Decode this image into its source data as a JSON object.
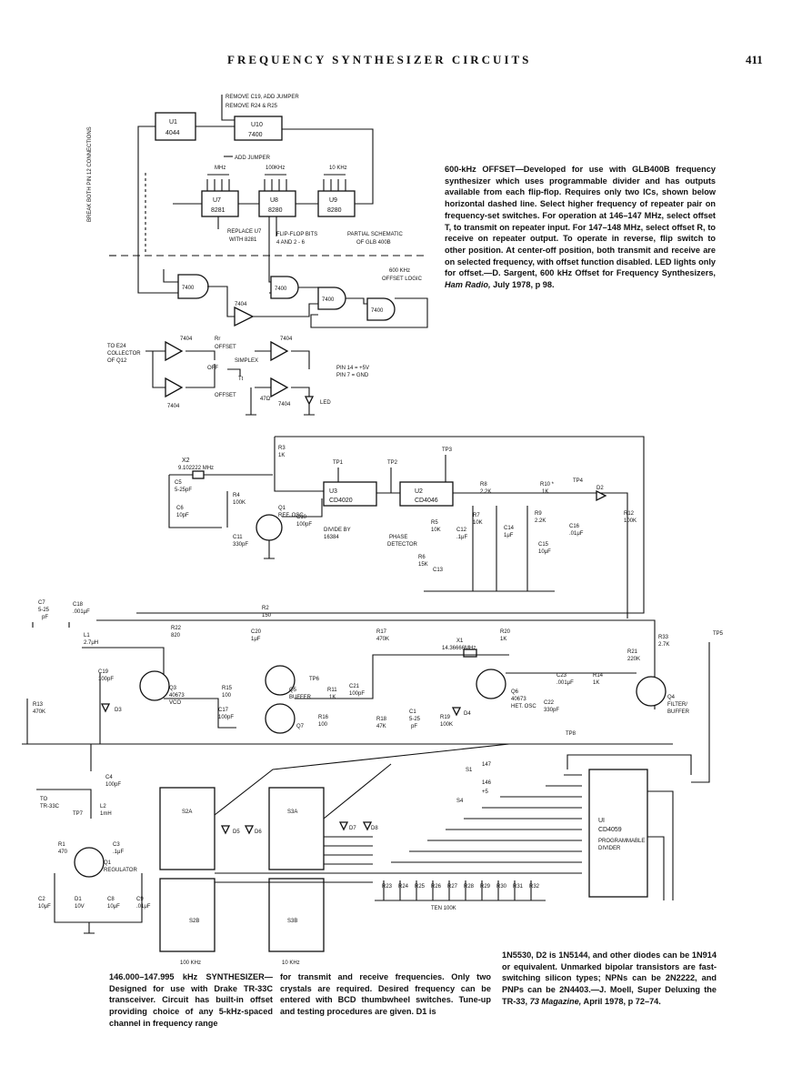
{
  "header": {
    "title": "FREQUENCY SYNTHESIZER CIRCUITS",
    "page_number": "411"
  },
  "caption_top": {
    "text": "600-kHz OFFSET—Developed for use with GLB400B frequency synthesizer which uses programmable divider and has outputs available from each flip-flop. Requires only two ICs, shown below horizontal dashed line. Select higher frequency of repeater pair on frequency-set switches. For operation at 146–147 MHz, select offset T, to transmit on repeater input. For 147–148 MHz, select offset R, to receive on repeater output. To operate in reverse, flip switch to other position. At center-off position, both transmit and receive are on selected frequency, with offset function disabled. LED lights only for offset.—D. Sargent, 600 kHz Offset for Frequency Synthesizers,",
    "source": "Ham Radio,",
    "tail": " July 1978, p 98."
  },
  "caption_bottom": {
    "col1": "146.000–147.995 kHz SYNTHESIZER—Designed for use with Drake TR-33C transceiver. Circuit has built-in offset providing choice of any 5-kHz-spaced channel in frequency range",
    "col2": "for transmit and receive frequencies. Only two crystals are required. Desired frequency can be entered with BCD thumbwheel switches. Tune-up and testing procedures are given. D1 is",
    "col3a": "1N5530, D2 is 1N5144, and other diodes can be 1N914 or equivalent. Unmarked bipolar transistors are fast-switching silicon types; NPNs can be 2N2222, and PNPs can be 2N4403.—J. Moell, Super Deluxing the TR-33,",
    "col3_source": "73 Magazine,",
    "col3_tail": " April 1978, p 72–74."
  },
  "schematic1": {
    "notes": {
      "remove1": "REMOVE C19, ADD JUMPER",
      "remove2": "REMOVE R24 & R25",
      "add_jumper": "ADD JUMPER",
      "replace": "REPLACE U7",
      "replace2": "WITH 8281",
      "flipflop": "FLIP-FLOP BITS",
      "flipflop2": "4 AND 2 - 6",
      "partial": "PARTIAL SCHEMATIC",
      "partial2": "OF GLB 400B",
      "offset": "600 KHz",
      "offset2": "OFFSET LOGIC",
      "break": "BREAK BOTH PIN 12 CONNECTIONS",
      "to_e24": "TO E24",
      "collector": "COLLECTOR",
      "of_q12": "OF Q12",
      "pin14": "PIN 14 = +5V",
      "pin7": "PIN 7 = GND",
      "led": "LED",
      "simplex": "SIMPLEX",
      "off": "OFF",
      "offset_r": "OFFSET",
      "offset_t": "OFFSET",
      "r47": "47Ω",
      "rr": "Rr",
      "tt": "Tt"
    },
    "ics": {
      "u1": "U1",
      "u1b": "4044",
      "u10": "U10",
      "u10b": "7400",
      "u7": "U7",
      "u7b": "8281",
      "u8": "U8",
      "u8b": "8280",
      "u9": "U9",
      "u9b": "8280",
      "mhz": "MHz",
      "k100": "100KHz",
      "k10": "10 KHz",
      "g7400": "7400",
      "g7404": "7404"
    }
  },
  "schematic2": {
    "labels": {
      "x2": "X2",
      "x2f": "9.102222 MHz",
      "c5": "C5",
      "c5v": "5-25pF",
      "c6": "C6",
      "c6v": "10pF",
      "r4": "R4",
      "r4v": "100K",
      "r3": "R3",
      "r3v": "1K",
      "q1": "Q1",
      "q1v": "REF. OSC",
      "c10": "C10",
      "c10v": "100pF",
      "c11": "C11",
      "c11v": "330pF",
      "u3": "U3",
      "u3v": "CD4020",
      "u2": "U2",
      "u2v": "CD4046",
      "tp1": "TP1",
      "tp2": "TP2",
      "tp3": "TP3",
      "tp4": "TP4",
      "div": "DIVIDE BY",
      "divv": "16384",
      "phase": "PHASE",
      "det": "DETECTOR",
      "r8": "R8",
      "r8v": "2.2K",
      "r10": "R10 *",
      "r10v": "1K",
      "d2": "D2",
      "r7": "R7",
      "r7v": "10K",
      "r5": "R5",
      "r5v": "10K",
      "c12": "C12",
      "c12v": ".1μF",
      "c14": "C14",
      "c14v": "1μF",
      "r9": "R9",
      "r9v": "2.2K",
      "c16": "C16",
      "c16v": ".01μF",
      "c15": "C15",
      "c15v": "10μF",
      "r12": "R12",
      "r12v": "100K",
      "r6": "R6",
      "r6v": "15K",
      "c13": "C13",
      "c7": "C7",
      "c7v": "5-25",
      "c7u": "pF",
      "c18": "C18",
      "c18v": ".001μF",
      "r2": "R2",
      "r2v": "150",
      "r22": "R22",
      "r22v": "820",
      "c20": "C20",
      "c20v": "1μF",
      "r17": "R17",
      "r17v": "470K",
      "r20": "R20",
      "r20v": "1K",
      "x1": "X1",
      "x1v": "14.36666MHz",
      "r33": "R33",
      "r33v": "2.7K",
      "tp5": "TP5",
      "l1": "L1",
      "l1v": "2.7μH",
      "c19": "C19",
      "c19v": "100pF",
      "q3": "Q3",
      "q3v": "40673",
      "q3vco": "VCO",
      "r15": "R15",
      "r15v": "100",
      "tp6": "TP6",
      "r11": "R11",
      "r11v": "1K",
      "c21": "C21",
      "c21v": "100pF",
      "q5": "Q5",
      "q5v": "BUFFER",
      "q7": "Q7",
      "r16": "R16",
      "r16v": "100",
      "c17": "C17",
      "c17v": "100pF",
      "r13": "R13",
      "r13v": "470K",
      "d3": "D3",
      "r18": "R18",
      "r18v": "47K",
      "c1": "C1",
      "c1v": "5-25",
      "c1u": "pF",
      "r19": "R19",
      "r19v": "100K",
      "d4": "D4",
      "q6": "Q6",
      "q6v": "40673",
      "q6h": "HET. OSC",
      "r21": "R21",
      "r21v": "220K",
      "c23": "C23",
      "c23v": ".001μF",
      "r14": "R14",
      "r14v": "1K",
      "c22": "C22",
      "c22v": "330pF",
      "q4": "Q4",
      "q4v": "FILTER/",
      "q4b": "BUFFER",
      "tp8": "TP8",
      "c4": "C4",
      "c4v": "100pF",
      "to": "TO",
      "tr33c": "TR-33C",
      "tp7": "TP7",
      "l2": "L2",
      "l2v": "1mH",
      "r1": "R1",
      "r1v": "470",
      "c3": "C3",
      "c3v": ".1μF",
      "q1r": "Q1",
      "q1rv": "REGULATOR",
      "c2": "C2",
      "c2v": "10μF",
      "d1": "D1",
      "d1v": "10V",
      "c8": "C8",
      "c8v": "10μF",
      "c9": "C9",
      "c9v": ".01μF",
      "s2a": "S2A",
      "s2b": "S2B",
      "s3a": "S3A",
      "s3b": "S3B",
      "d5": "D5",
      "d6": "D6",
      "d7": "D7",
      "d8": "D8",
      "s1": "S1",
      "s4": "S4",
      "n147": "147",
      "n146": "146",
      "n5": "+5",
      "ui": "UI",
      "uiv": "CD4059",
      "prog": "PROGRAMMABLE",
      "divider": "DIVIDER",
      "ten": "TEN 100K",
      "k100": "100 KHz",
      "k10": "10 KHz",
      "r23": "R23",
      "r24": "R24",
      "r25": "R25",
      "r26": "R26",
      "r27": "R27",
      "r28": "R28",
      "r29": "R29",
      "r30": "R30",
      "r31": "R31",
      "r32": "R32"
    }
  }
}
